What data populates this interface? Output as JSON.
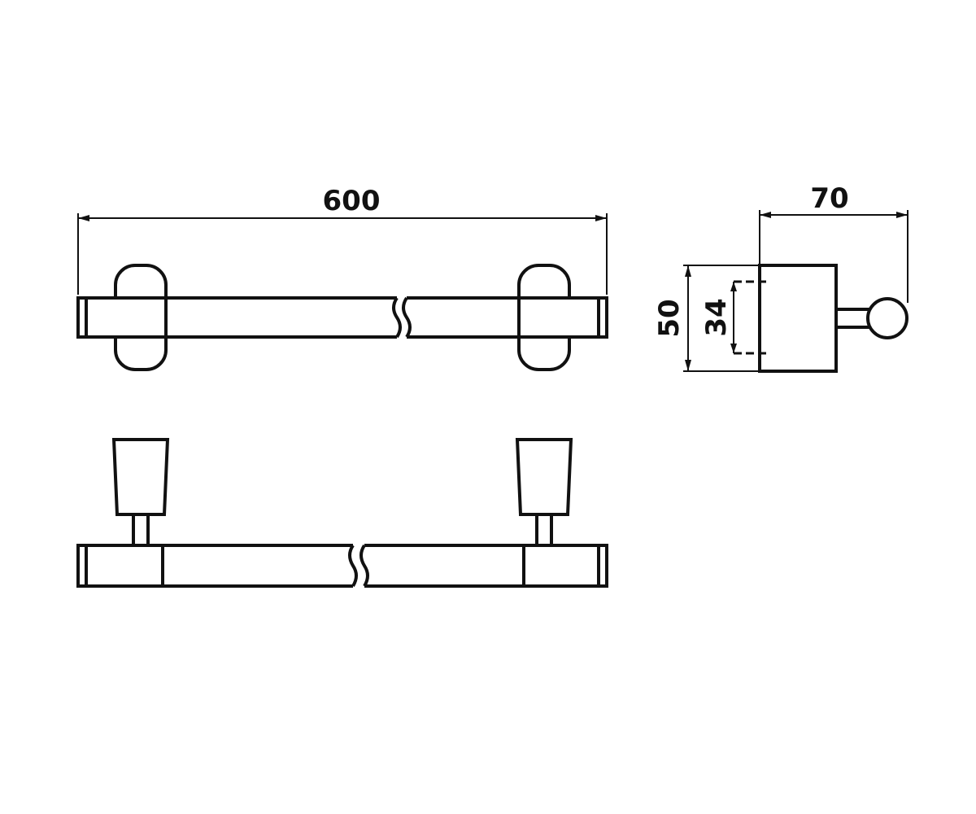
{
  "drawing": {
    "dimensions": {
      "length": "600",
      "depth": "70",
      "height": "50",
      "inner_height": "34"
    }
  }
}
